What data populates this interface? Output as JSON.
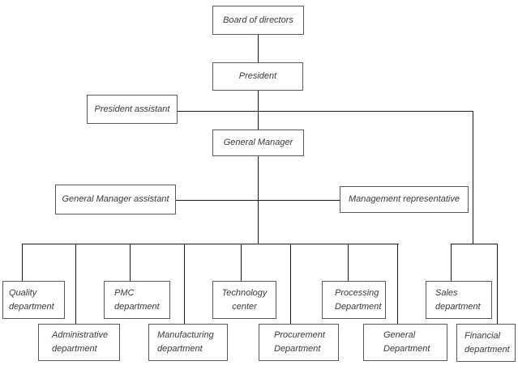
{
  "diagram": {
    "type": "organization-chart",
    "nodes": {
      "board": {
        "label": "Board of directors"
      },
      "president": {
        "label": "President"
      },
      "president_assistant": {
        "label": "President assistant"
      },
      "general_manager": {
        "label": "General Manager"
      },
      "general_manager_assistant": {
        "label": "General Manager assistant"
      },
      "management_representative": {
        "label": "Management representative"
      },
      "quality": {
        "label": "Quality\ndepartment"
      },
      "administrative": {
        "label": "Administrative\ndepartment"
      },
      "pmc": {
        "label": "PMC\ndepartment"
      },
      "manufacturing": {
        "label": "Manufacturing\ndepartment"
      },
      "technology": {
        "label": "Technology\ncenter"
      },
      "procurement": {
        "label": "Procurement\nDepartment"
      },
      "processing": {
        "label": "Processing\nDepartment"
      },
      "general": {
        "label": "General\nDepartment"
      },
      "sales": {
        "label": "Sales\ndepartment"
      },
      "financial": {
        "label": "Financial\ndepartment"
      }
    },
    "connections": [
      "Board of directors - President",
      "President - General Manager",
      "President assistant - attached to President/General Manager line",
      "President assistant line - branches right and down to Sales department and Financial department",
      "General Manager assistant - Management representative (cross link on General Manager line)",
      "General Manager - Quality department, Administrative department, PMC department, Manufacturing department, Technology center, Procurement Department, Processing Department, General Department"
    ],
    "colors": {
      "background": "#ffffff",
      "box_fill": "#ffffff",
      "box_border": "#595959",
      "connector": "#1a1a1a",
      "text": "#3a3a3a"
    }
  }
}
